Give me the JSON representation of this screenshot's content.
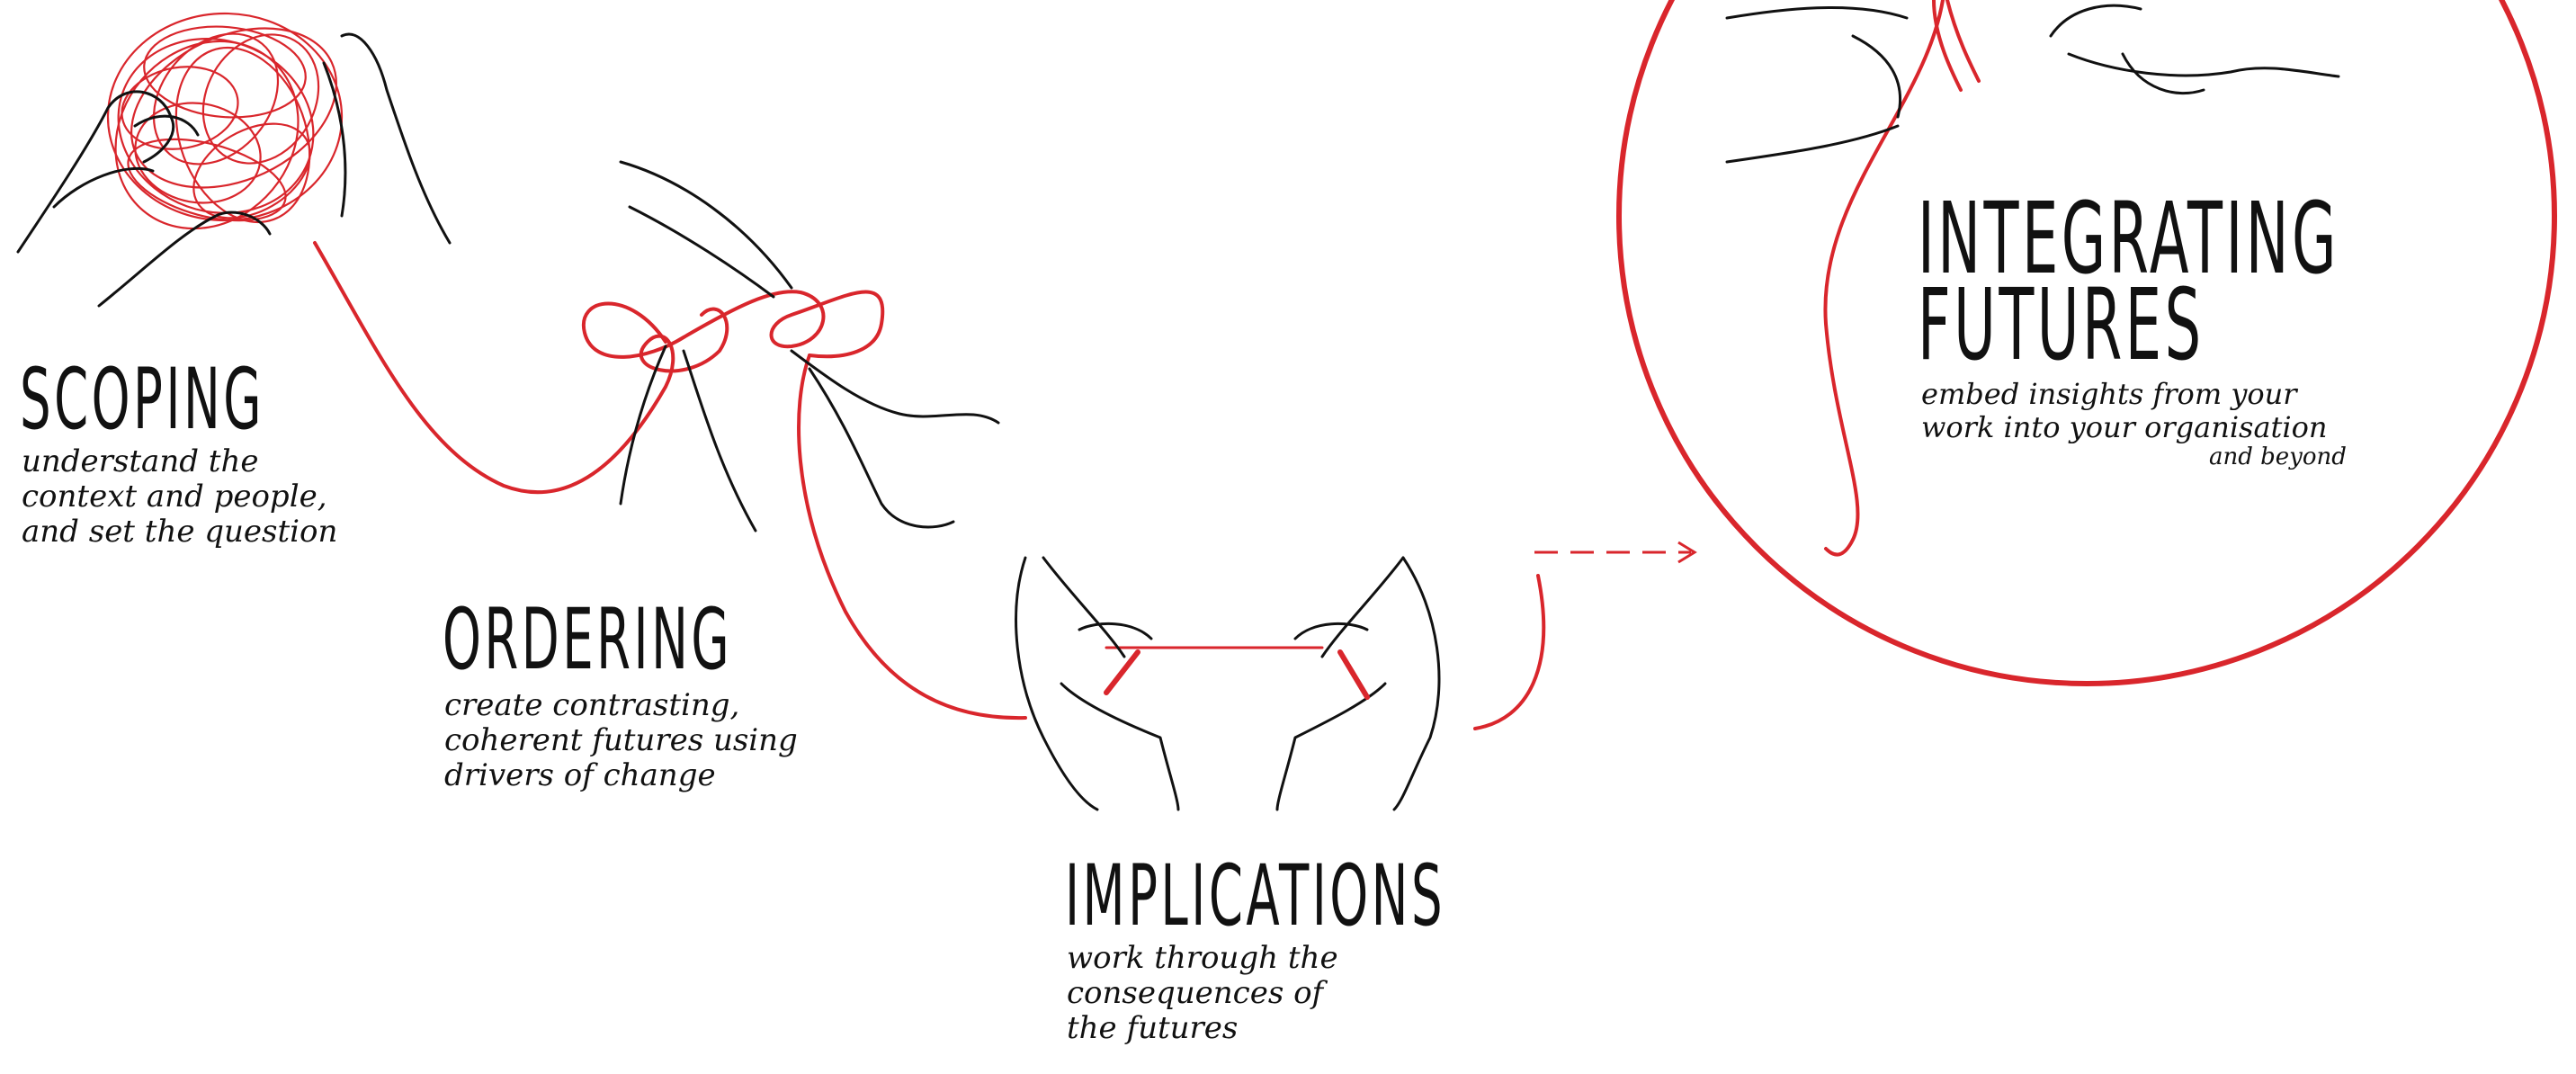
{
  "colors": {
    "thread": "#d9262c",
    "ink": "#111111",
    "background": "#ffffff"
  },
  "stages": [
    {
      "id": "scoping",
      "title": "SCOPING",
      "description": [
        "understand the",
        "context and people,",
        "and set the question"
      ],
      "illustration": "hands-holding-tangled-ball-of-thread"
    },
    {
      "id": "ordering",
      "title": "ORDERING",
      "description": [
        "create contrasting,",
        "coherent futures using",
        "drivers of change"
      ],
      "illustration": "hands-untangling-thread-loops"
    },
    {
      "id": "implications",
      "title": "IMPLICATIONS",
      "description": [
        "work through the",
        "consequences of",
        "the futures"
      ],
      "illustration": "hands-stretching-thread"
    },
    {
      "id": "integrating-futures",
      "title": [
        "INTEGRATING",
        "FUTURES"
      ],
      "description": [
        "embed insights from your",
        "work into your organisation",
        "and beyond"
      ],
      "illustration": "hands-tying-thread-in-circle"
    }
  ],
  "connector": {
    "style": "dashed-arrow",
    "from": "implications",
    "to": "integrating-futures"
  }
}
